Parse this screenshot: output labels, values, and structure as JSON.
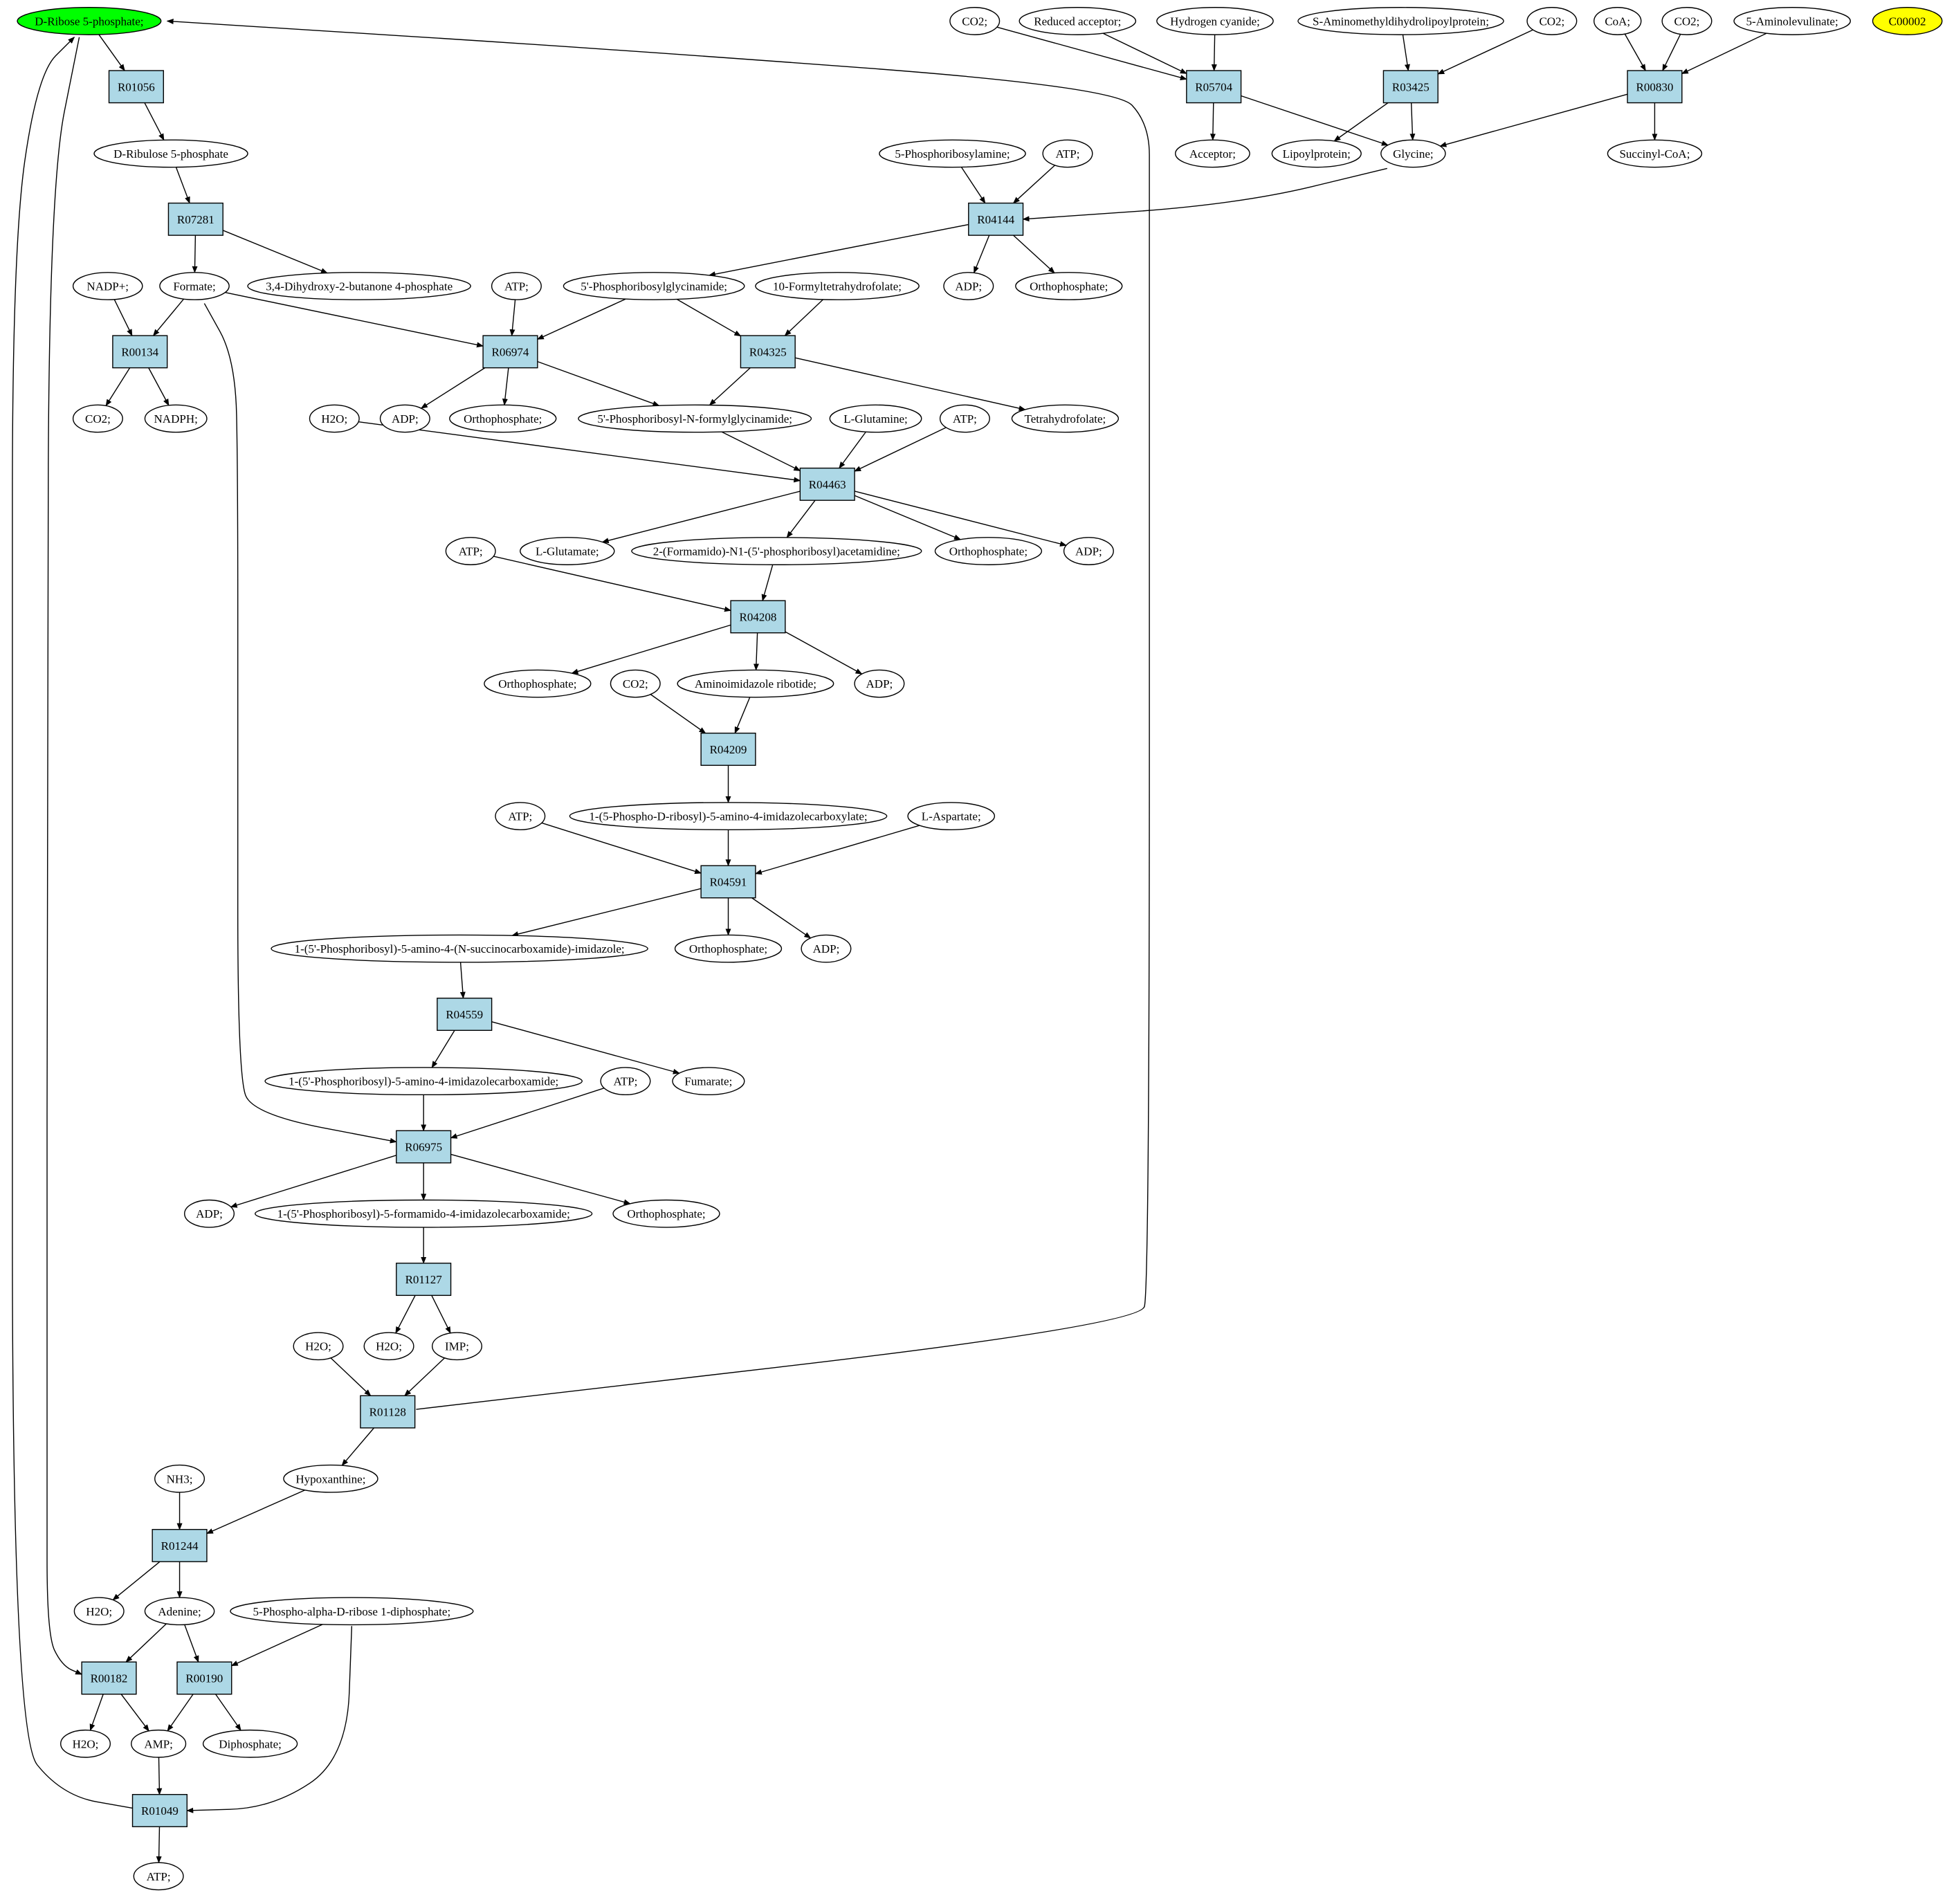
{
  "colors": {
    "reaction_fill": "#add8e6",
    "start_fill": "#00ff00",
    "special_fill": "#ffff00",
    "compound_fill": "#ffffff",
    "stroke": "#000000"
  },
  "nodes": {
    "n_d_ribose_5p": {
      "label": "D-Ribose 5-phosphate;",
      "kind": "compound",
      "fill": "start"
    },
    "n_c00002": {
      "label": "C00002",
      "kind": "compound",
      "fill": "special"
    },
    "n_co2_a": {
      "label": "CO2;",
      "kind": "compound"
    },
    "n_reduced_acceptor": {
      "label": "Reduced acceptor;",
      "kind": "compound"
    },
    "n_hydrogen_cyanide": {
      "label": "Hydrogen cyanide;",
      "kind": "compound"
    },
    "n_s_aminomethyl": {
      "label": "S-Aminomethyldihydrolipoylprotein;",
      "kind": "compound"
    },
    "n_co2_b": {
      "label": "CO2;",
      "kind": "compound"
    },
    "n_coa": {
      "label": "CoA;",
      "kind": "compound"
    },
    "n_co2_c": {
      "label": "CO2;",
      "kind": "compound"
    },
    "n_5_aminolevulinate": {
      "label": "5-Aminolevulinate;",
      "kind": "compound"
    },
    "r_R05704": {
      "label": "R05704",
      "kind": "reaction"
    },
    "r_R03425": {
      "label": "R03425",
      "kind": "reaction"
    },
    "r_R00830": {
      "label": "R00830",
      "kind": "reaction"
    },
    "n_acceptor": {
      "label": "Acceptor;",
      "kind": "compound"
    },
    "n_lipoylprotein": {
      "label": "Lipoylprotein;",
      "kind": "compound"
    },
    "n_glycine": {
      "label": "Glycine;",
      "kind": "compound"
    },
    "n_succinyl_coa": {
      "label": "Succinyl-CoA;",
      "kind": "compound"
    },
    "r_R01056": {
      "label": "R01056",
      "kind": "reaction"
    },
    "n_d_ribulose_5p": {
      "label": "D-Ribulose 5-phosphate",
      "kind": "compound"
    },
    "r_R07281": {
      "label": "R07281",
      "kind": "reaction"
    },
    "n_5_phosphoribosylamine": {
      "label": "5-Phosphoribosylamine;",
      "kind": "compound"
    },
    "n_atp_a": {
      "label": "ATP;",
      "kind": "compound"
    },
    "r_R04144": {
      "label": "R04144",
      "kind": "reaction"
    },
    "n_adp_a": {
      "label": "ADP;",
      "kind": "compound"
    },
    "n_orthophosphate_a": {
      "label": "Orthophosphate;",
      "kind": "compound"
    },
    "n_nadp": {
      "label": "NADP+;",
      "kind": "compound"
    },
    "n_formate": {
      "label": "Formate;",
      "kind": "compound"
    },
    "n_dihydroxy_butanone": {
      "label": "3,4-Dihydroxy-2-butanone 4-phosphate",
      "kind": "compound"
    },
    "n_atp_b": {
      "label": "ATP;",
      "kind": "compound"
    },
    "n_5p_ribosylglycinamide": {
      "label": "5'-Phosphoribosylglycinamide;",
      "kind": "compound"
    },
    "n_10_formylthf": {
      "label": "10-Formyltetrahydrofolate;",
      "kind": "compound"
    },
    "r_R00134": {
      "label": "R00134",
      "kind": "reaction"
    },
    "r_R06974": {
      "label": "R06974",
      "kind": "reaction"
    },
    "r_R04325": {
      "label": "R04325",
      "kind": "reaction"
    },
    "n_co2_d": {
      "label": "CO2;",
      "kind": "compound"
    },
    "n_nadph": {
      "label": "NADPH;",
      "kind": "compound"
    },
    "n_adp_b": {
      "label": "ADP;",
      "kind": "compound"
    },
    "n_orthophosphate_b": {
      "label": "Orthophosphate;",
      "kind": "compound"
    },
    "n_5p_formylglycinamide": {
      "label": "5'-Phosphoribosyl-N-formylglycinamide;",
      "kind": "compound"
    },
    "n_l_glutamine": {
      "label": "L-Glutamine;",
      "kind": "compound"
    },
    "n_atp_c": {
      "label": "ATP;",
      "kind": "compound"
    },
    "n_thf": {
      "label": "Tetrahydrofolate;",
      "kind": "compound"
    },
    "n_h2o_a": {
      "label": "H2O;",
      "kind": "compound"
    },
    "r_R04463": {
      "label": "R04463",
      "kind": "reaction"
    },
    "n_l_glutamate": {
      "label": "L-Glutamate;",
      "kind": "compound"
    },
    "n_formamido_acetamidine": {
      "label": "2-(Formamido)-N1-(5'-phosphoribosyl)acetamidine;",
      "kind": "compound"
    },
    "n_orthophosphate_c": {
      "label": "Orthophosphate;",
      "kind": "compound"
    },
    "n_adp_c": {
      "label": "ADP;",
      "kind": "compound"
    },
    "n_atp_d": {
      "label": "ATP;",
      "kind": "compound"
    },
    "r_R04208": {
      "label": "R04208",
      "kind": "reaction"
    },
    "n_orthophosphate_d": {
      "label": "Orthophosphate;",
      "kind": "compound"
    },
    "n_co2_e": {
      "label": "CO2;",
      "kind": "compound"
    },
    "n_air": {
      "label": "Aminoimidazole ribotide;",
      "kind": "compound"
    },
    "n_adp_d": {
      "label": "ADP;",
      "kind": "compound"
    },
    "r_R04209": {
      "label": "R04209",
      "kind": "reaction"
    },
    "n_atp_e": {
      "label": "ATP;",
      "kind": "compound"
    },
    "n_cair": {
      "label": "1-(5-Phospho-D-ribosyl)-5-amino-4-imidazolecarboxylate;",
      "kind": "compound"
    },
    "n_l_aspartate": {
      "label": "L-Aspartate;",
      "kind": "compound"
    },
    "r_R04591": {
      "label": "R04591",
      "kind": "reaction"
    },
    "n_saicar": {
      "label": "1-(5'-Phosphoribosyl)-5-amino-4-(N-succinocarboxamide)-imidazole;",
      "kind": "compound"
    },
    "n_orthophosphate_e": {
      "label": "Orthophosphate;",
      "kind": "compound"
    },
    "n_adp_e": {
      "label": "ADP;",
      "kind": "compound"
    },
    "r_R04559": {
      "label": "R04559",
      "kind": "reaction"
    },
    "n_aicar": {
      "label": "1-(5'-Phosphoribosyl)-5-amino-4-imidazolecarboxamide;",
      "kind": "compound"
    },
    "n_atp_f": {
      "label": "ATP;",
      "kind": "compound"
    },
    "n_fumarate": {
      "label": "Fumarate;",
      "kind": "compound"
    },
    "r_R06975": {
      "label": "R06975",
      "kind": "reaction"
    },
    "n_adp_f": {
      "label": "ADP;",
      "kind": "compound"
    },
    "n_faicar": {
      "label": "1-(5'-Phosphoribosyl)-5-formamido-4-imidazolecarboxamide;",
      "kind": "compound"
    },
    "n_orthophosphate_f": {
      "label": "Orthophosphate;",
      "kind": "compound"
    },
    "r_R01127": {
      "label": "R01127",
      "kind": "reaction"
    },
    "n_h2o_b": {
      "label": "H2O;",
      "kind": "compound"
    },
    "n_h2o_c": {
      "label": "H2O;",
      "kind": "compound"
    },
    "n_imp": {
      "label": "IMP;",
      "kind": "compound"
    },
    "r_R01128": {
      "label": "R01128",
      "kind": "reaction"
    },
    "n_nh3": {
      "label": "NH3;",
      "kind": "compound"
    },
    "n_hypoxanthine": {
      "label": "Hypoxanthine;",
      "kind": "compound"
    },
    "r_R01244": {
      "label": "R01244",
      "kind": "reaction"
    },
    "n_h2o_d": {
      "label": "H2O;",
      "kind": "compound"
    },
    "n_adenine": {
      "label": "Adenine;",
      "kind": "compound"
    },
    "n_prpp": {
      "label": "5-Phospho-alpha-D-ribose 1-diphosphate;",
      "kind": "compound"
    },
    "r_R00182": {
      "label": "R00182",
      "kind": "reaction"
    },
    "r_R00190": {
      "label": "R00190",
      "kind": "reaction"
    },
    "n_h2o_e": {
      "label": "H2O;",
      "kind": "compound"
    },
    "n_amp": {
      "label": "AMP;",
      "kind": "compound"
    },
    "n_diphosphate": {
      "label": "Diphosphate;",
      "kind": "compound"
    },
    "r_R01049": {
      "label": "R01049",
      "kind": "reaction"
    },
    "n_atp_g": {
      "label": "ATP;",
      "kind": "compound"
    }
  },
  "edges": [
    [
      "n_co2_a",
      "r_R05704"
    ],
    [
      "n_reduced_acceptor",
      "r_R05704"
    ],
    [
      "n_hydrogen_cyanide",
      "r_R05704"
    ],
    [
      "r_R05704",
      "n_acceptor"
    ],
    [
      "r_R05704",
      "n_glycine"
    ],
    [
      "n_s_aminomethyl",
      "r_R03425"
    ],
    [
      "n_co2_b",
      "r_R03425"
    ],
    [
      "r_R03425",
      "n_lipoylprotein"
    ],
    [
      "r_R03425",
      "n_glycine"
    ],
    [
      "n_coa",
      "r_R00830"
    ],
    [
      "n_co2_c",
      "r_R00830"
    ],
    [
      "n_5_aminolevulinate",
      "r_R00830"
    ],
    [
      "r_R00830",
      "n_glycine"
    ],
    [
      "r_R00830",
      "n_succinyl_coa"
    ],
    [
      "n_d_ribose_5p",
      "r_R01056"
    ],
    [
      "r_R01056",
      "n_d_ribulose_5p"
    ],
    [
      "n_d_ribulose_5p",
      "r_R07281"
    ],
    [
      "r_R07281",
      "n_formate"
    ],
    [
      "r_R07281",
      "n_dihydroxy_butanone"
    ],
    [
      "n_5_phosphoribosylamine",
      "r_R04144"
    ],
    [
      "n_atp_a",
      "r_R04144"
    ],
    [
      "n_glycine",
      "r_R04144"
    ],
    [
      "r_R04144",
      "n_adp_a"
    ],
    [
      "r_R04144",
      "n_orthophosphate_a"
    ],
    [
      "r_R04144",
      "n_5p_ribosylglycinamide"
    ],
    [
      "n_nadp",
      "r_R00134"
    ],
    [
      "n_formate",
      "r_R00134"
    ],
    [
      "r_R00134",
      "n_co2_d"
    ],
    [
      "r_R00134",
      "n_nadph"
    ],
    [
      "n_formate",
      "r_R06974"
    ],
    [
      "n_atp_b",
      "r_R06974"
    ],
    [
      "n_5p_ribosylglycinamide",
      "r_R06974"
    ],
    [
      "r_R06974",
      "n_adp_b"
    ],
    [
      "r_R06974",
      "n_orthophosphate_b"
    ],
    [
      "r_R06974",
      "n_5p_formylglycinamide"
    ],
    [
      "n_5p_ribosylglycinamide",
      "r_R04325"
    ],
    [
      "n_10_formylthf",
      "r_R04325"
    ],
    [
      "r_R04325",
      "n_5p_formylglycinamide"
    ],
    [
      "r_R04325",
      "n_thf"
    ],
    [
      "n_h2o_a",
      "r_R04463"
    ],
    [
      "n_5p_formylglycinamide",
      "r_R04463"
    ],
    [
      "n_l_glutamine",
      "r_R04463"
    ],
    [
      "n_atp_c",
      "r_R04463"
    ],
    [
      "r_R04463",
      "n_l_glutamate"
    ],
    [
      "r_R04463",
      "n_formamido_acetamidine"
    ],
    [
      "r_R04463",
      "n_orthophosphate_c"
    ],
    [
      "r_R04463",
      "n_adp_c"
    ],
    [
      "n_atp_d",
      "r_R04208"
    ],
    [
      "n_formamido_acetamidine",
      "r_R04208"
    ],
    [
      "r_R04208",
      "n_orthophosphate_d"
    ],
    [
      "r_R04208",
      "n_air"
    ],
    [
      "r_R04208",
      "n_adp_d"
    ],
    [
      "n_co2_e",
      "r_R04209"
    ],
    [
      "n_air",
      "r_R04209"
    ],
    [
      "r_R04209",
      "n_cair"
    ],
    [
      "n_atp_e",
      "r_R04591"
    ],
    [
      "n_cair",
      "r_R04591"
    ],
    [
      "n_l_aspartate",
      "r_R04591"
    ],
    [
      "r_R04591",
      "n_saicar"
    ],
    [
      "r_R04591",
      "n_orthophosphate_e"
    ],
    [
      "r_R04591",
      "n_adp_e"
    ],
    [
      "n_saicar",
      "r_R04559"
    ],
    [
      "r_R04559",
      "n_aicar"
    ],
    [
      "r_R04559",
      "n_fumarate"
    ],
    [
      "n_aicar",
      "r_R06975"
    ],
    [
      "n_atp_f",
      "r_R06975"
    ],
    [
      "n_formate",
      "r_R06975"
    ],
    [
      "r_R06975",
      "n_adp_f"
    ],
    [
      "r_R06975",
      "n_faicar"
    ],
    [
      "r_R06975",
      "n_orthophosphate_f"
    ],
    [
      "n_faicar",
      "r_R01127"
    ],
    [
      "r_R01127",
      "n_h2o_c"
    ],
    [
      "r_R01127",
      "n_imp"
    ],
    [
      "n_h2o_b",
      "r_R01128"
    ],
    [
      "n_imp",
      "r_R01128"
    ],
    [
      "r_R01128",
      "n_hypoxanthine"
    ],
    [
      "r_R01128",
      "n_d_ribose_5p"
    ],
    [
      "n_nh3",
      "r_R01244"
    ],
    [
      "n_hypoxanthine",
      "r_R01244"
    ],
    [
      "r_R01244",
      "n_h2o_d"
    ],
    [
      "r_R01244",
      "n_adenine"
    ],
    [
      "n_adenine",
      "r_R00182"
    ],
    [
      "n_d_ribose_5p",
      "r_R00182"
    ],
    [
      "r_R00182",
      "n_h2o_e"
    ],
    [
      "r_R00182",
      "n_amp"
    ],
    [
      "n_adenine",
      "r_R00190"
    ],
    [
      "n_prpp",
      "r_R00190"
    ],
    [
      "r_R00190",
      "n_amp"
    ],
    [
      "r_R00190",
      "n_diphosphate"
    ],
    [
      "n_amp",
      "r_R01049"
    ],
    [
      "n_prpp",
      "r_R01049"
    ],
    [
      "r_R01049",
      "n_atp_g"
    ],
    [
      "r_R01049",
      "n_d_ribose_5p"
    ]
  ]
}
